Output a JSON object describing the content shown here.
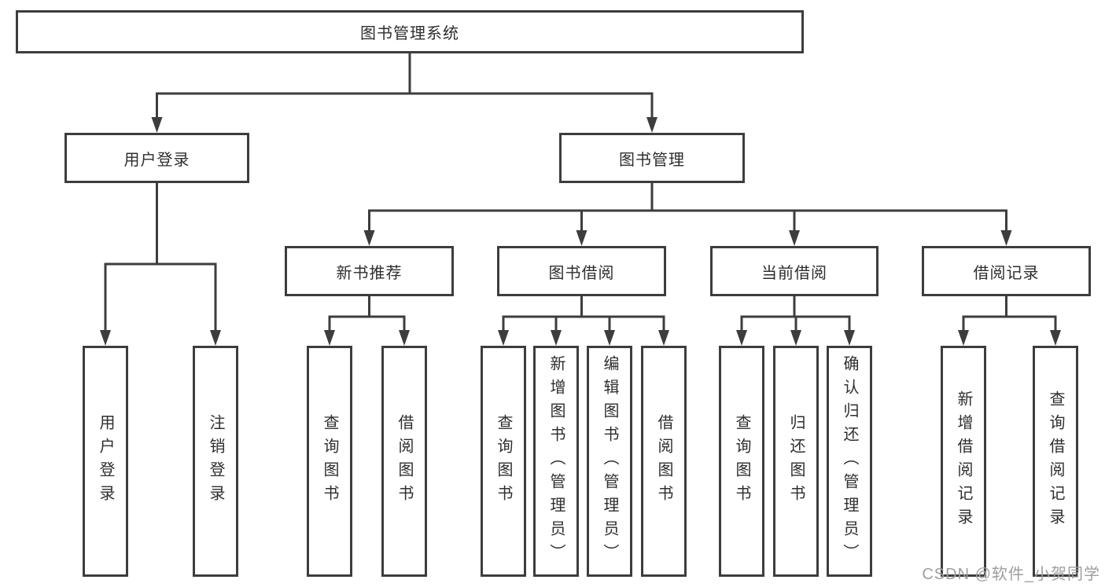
{
  "tree": {
    "label": "图书管理系统",
    "children": [
      {
        "label": "用户登录",
        "children": [
          {
            "label": "用户登录"
          },
          {
            "label": "注销登录"
          }
        ]
      },
      {
        "label": "图书管理",
        "children": [
          {
            "label": "新书推荐",
            "children": [
              {
                "label": "查询图书"
              },
              {
                "label": "借阅图书"
              }
            ]
          },
          {
            "label": "图书借阅",
            "children": [
              {
                "label": "查询图书"
              },
              {
                "label": "新增图书（管理员）"
              },
              {
                "label": "编辑图书（管理员）"
              },
              {
                "label": "借阅图书"
              }
            ]
          },
          {
            "label": "当前借阅",
            "children": [
              {
                "label": "查询图书"
              },
              {
                "label": "归还图书"
              },
              {
                "label": "确认归还（管理员）"
              }
            ]
          },
          {
            "label": "借阅记录",
            "children": [
              {
                "label": "新增借阅记录"
              },
              {
                "label": "查询借阅记录"
              }
            ]
          }
        ]
      }
    ]
  },
  "watermark": {
    "text": "CSDN @软件_小贺同学"
  },
  "colors": {
    "line": "#3d3d3d",
    "text": "#2e2e2e",
    "watermark": "#9e9e9e",
    "background": "#ffffff"
  }
}
